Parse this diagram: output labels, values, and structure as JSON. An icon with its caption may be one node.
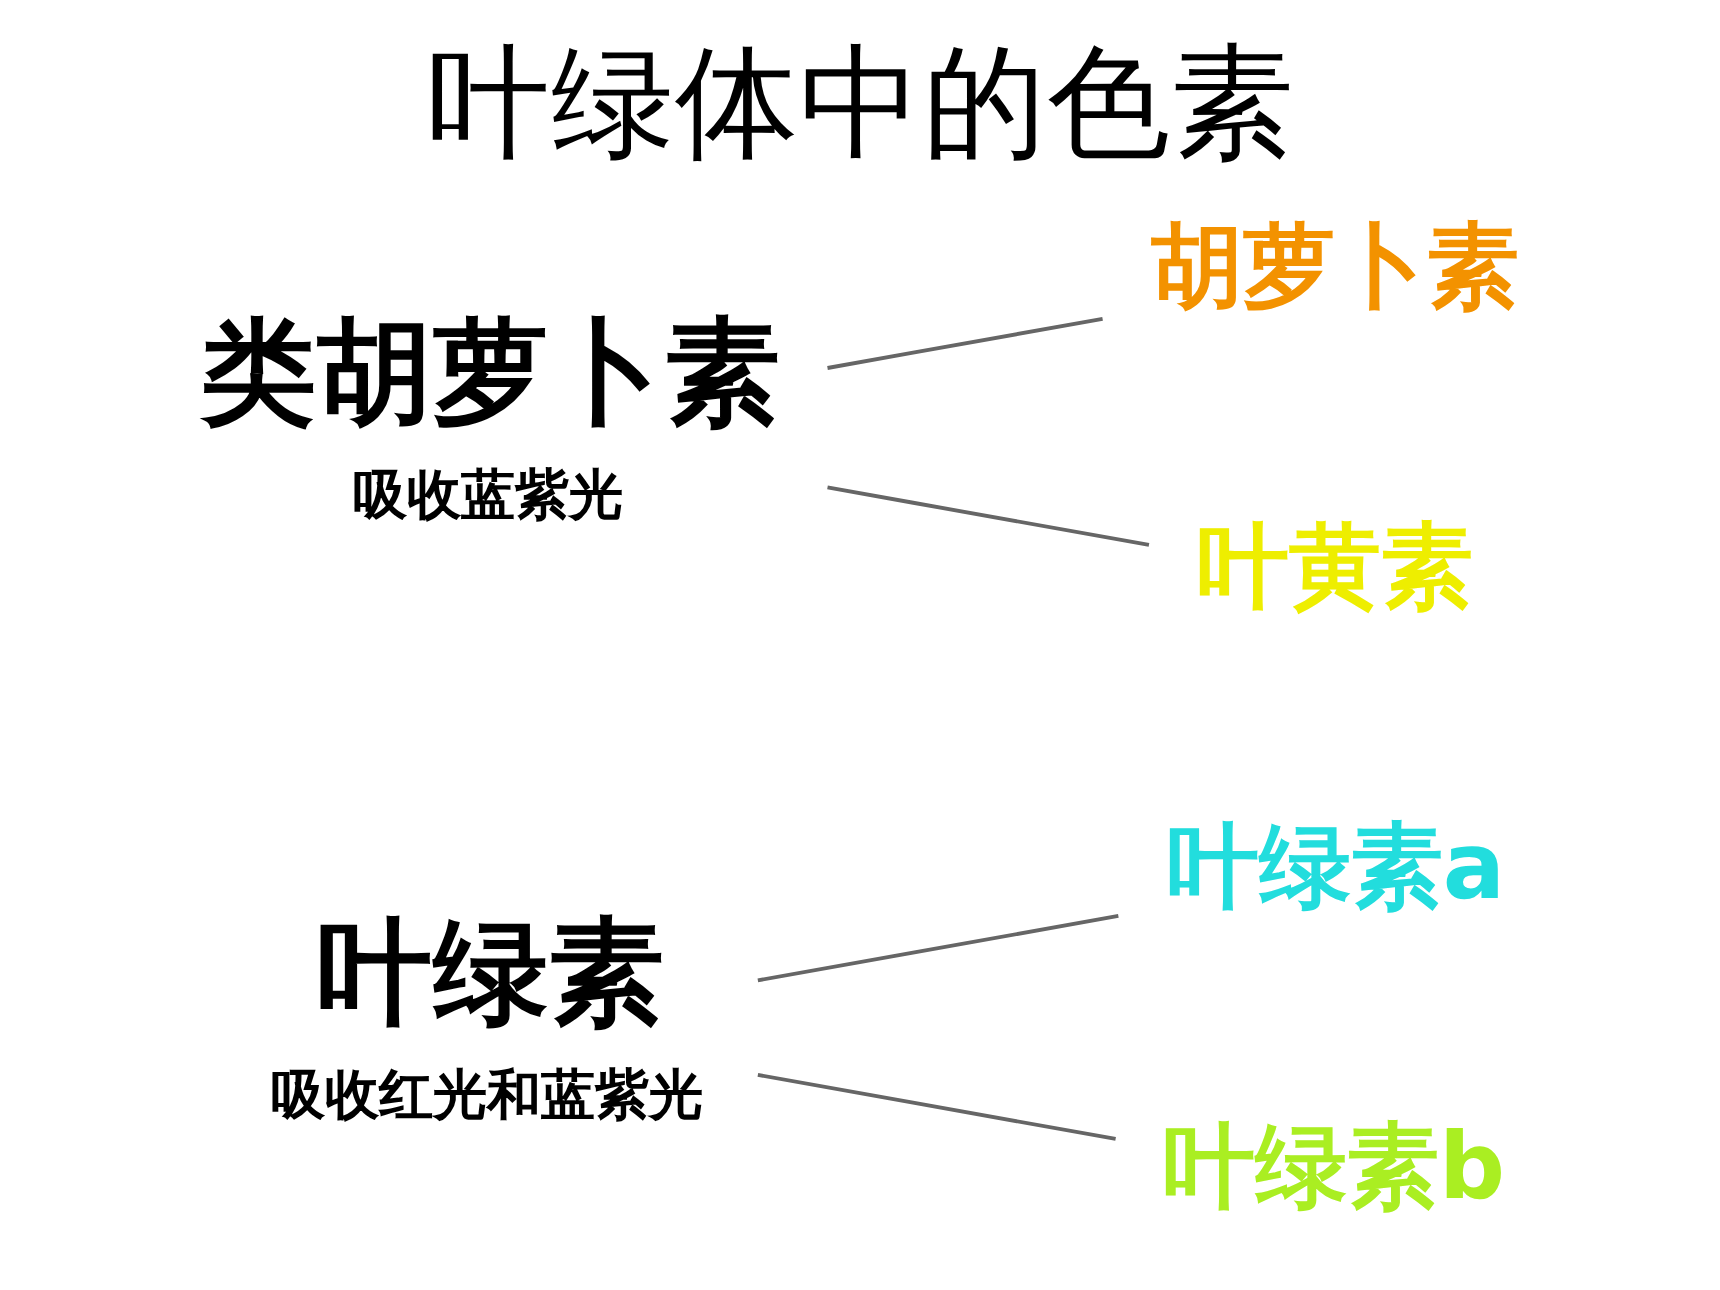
{
  "diagram": {
    "title": "叶绿体中的色素",
    "nodes": [
      {
        "text": [
          "叶绿素"
        ],
        "beside": [
          "吸收红光和蓝紫光"
        ]
      },
      {
        "text": [
          "叶绿素a"
        ]
      },
      {
        "text": [
          "叶绿素b"
        ]
      },
      {
        "text": [
          "类胡萝卜素"
        ],
        "beside": [
          "吸收蓝紫光"
        ]
      },
      {
        "text": [
          "胡萝卜素"
        ]
      },
      {
        "text": [
          "叶黄素"
        ]
      }
    ],
    "edges": [
      {
        "from": 0,
        "to": 1,
        "arrow": "none"
      },
      {
        "from": 0,
        "to": 2,
        "arrow": "none"
      },
      {
        "from": 3,
        "to": 4,
        "arrow": "none"
      },
      {
        "from": 3,
        "to": 5,
        "arrow": "none"
      }
    ]
  }
}
